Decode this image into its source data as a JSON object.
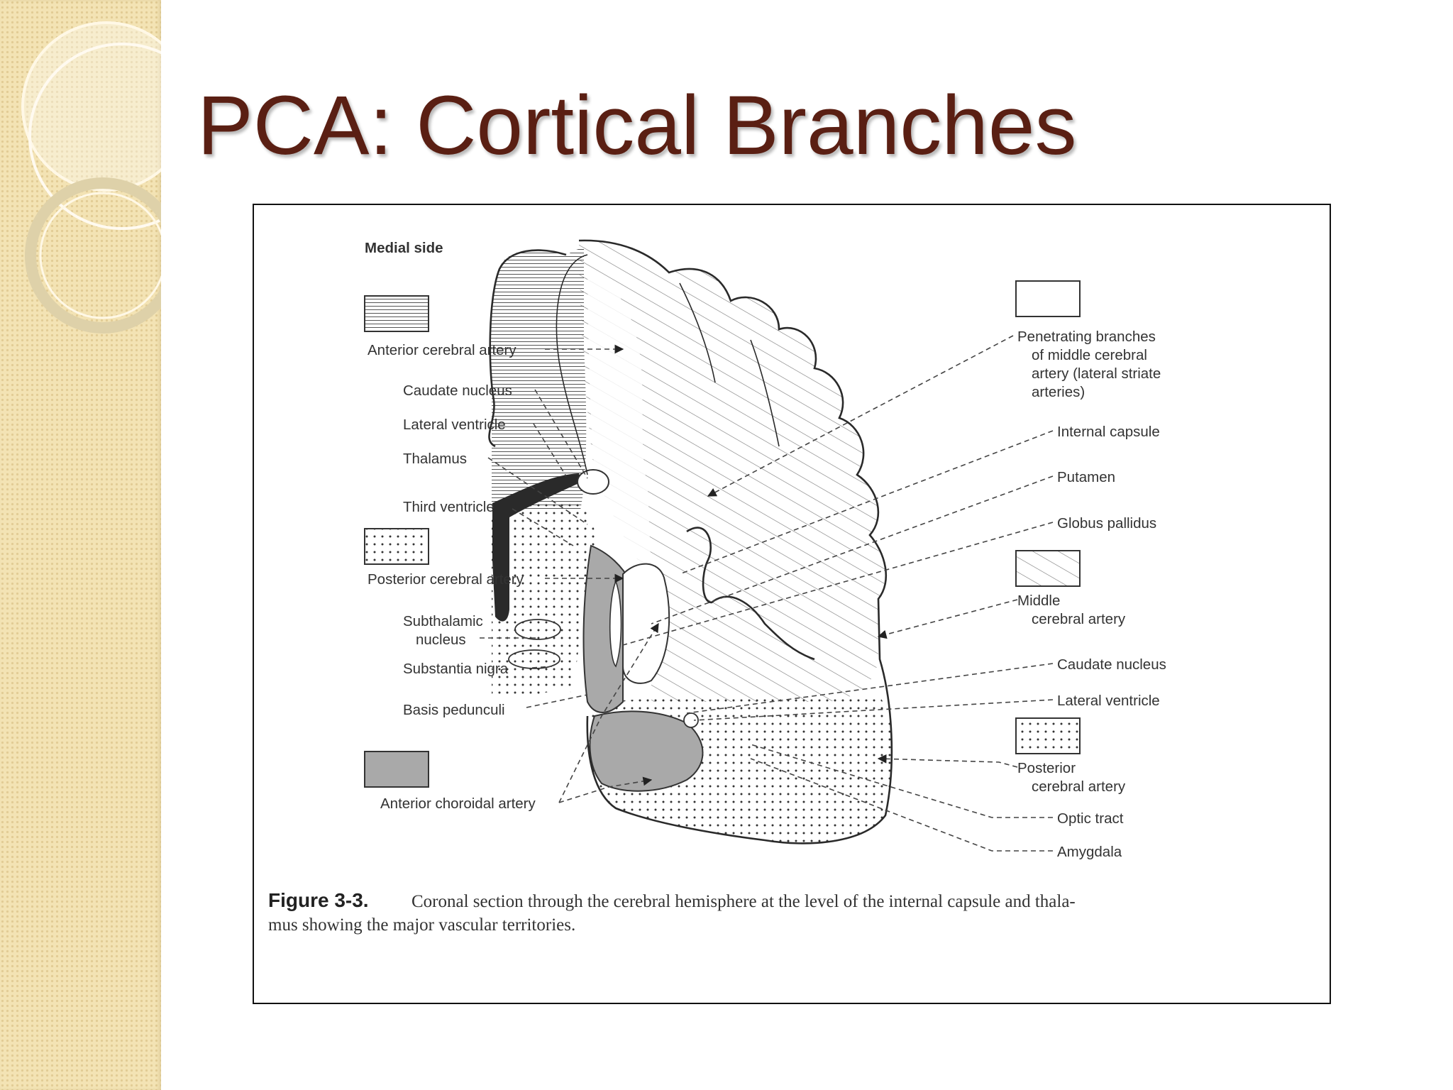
{
  "slide": {
    "title": "PCA: Cortical Branches"
  },
  "figure": {
    "header": "Medial side",
    "legend_left": [
      {
        "pattern": "horizontal-lines",
        "label": "Anterior cerebral artery"
      },
      {
        "pattern": "dots",
        "label": "Posterior cerebral artery"
      },
      {
        "pattern": "solid-gray",
        "label": "Anterior choroidal artery"
      }
    ],
    "legend_right": [
      {
        "pattern": "blank",
        "label_lines": [
          "Penetrating branches",
          "of middle cerebral",
          "artery (lateral striate",
          "arteries)"
        ]
      },
      {
        "pattern": "diagonal-lines",
        "label_lines": [
          "Middle",
          "cerebral artery"
        ]
      },
      {
        "pattern": "dots",
        "label_lines": [
          "Posterior",
          "cerebral artery"
        ]
      }
    ],
    "left_labels": {
      "caudate_nucleus": "Caudate nucleus",
      "lateral_ventricle": "Lateral ventricle",
      "thalamus": "Thalamus",
      "third_ventricle": "Third ventricle",
      "subthalamic_nucleus": [
        "Subthalamic",
        "nucleus"
      ],
      "substantia_nigra": "Substantia nigra",
      "basis_pedunculi": "Basis pedunculi"
    },
    "right_labels": {
      "internal_capsule": "Internal capsule",
      "putamen": "Putamen",
      "globus_pallidus": "Globus pallidus",
      "caudate_nucleus": "Caudate nucleus",
      "lateral_ventricle": "Lateral ventricle",
      "optic_tract": "Optic tract",
      "amygdala": "Amygdala"
    },
    "caption": {
      "number": "Figure 3-3.",
      "line1": "Coronal section through the cerebral hemisphere at the level of the internal capsule and thala-",
      "line2": "mus showing the major vascular territories."
    }
  }
}
